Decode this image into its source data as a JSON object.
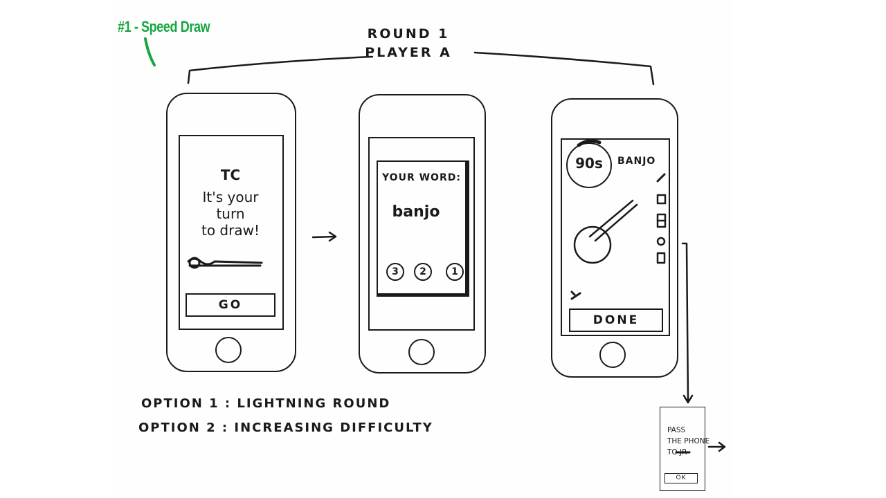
{
  "title": "#1 - Speed Draw",
  "round_label": {
    "line1": "ROUND 1",
    "line2": "PLAYER A"
  },
  "screen1": {
    "name": "TC",
    "message_line1": "It's your",
    "message_line2": "turn",
    "message_line3": "to draw!",
    "button_label": "GO"
  },
  "screen2": {
    "heading": "YOUR WORD:",
    "word": "banjo",
    "countdown": [
      "3",
      "2",
      "1"
    ]
  },
  "screen3": {
    "timer": "90s",
    "word": "BANJO",
    "button_label": "DONE"
  },
  "options": [
    {
      "label": "OPTION 1",
      "value": "LIGHTNING ROUND"
    },
    {
      "label": "OPTION 2",
      "value": "INCREASING DIFFICULTY"
    }
  ],
  "pass_screen": {
    "line1": "PASS",
    "line2": "THE PHONE",
    "line3": "TO JR",
    "button_label": "OK"
  }
}
